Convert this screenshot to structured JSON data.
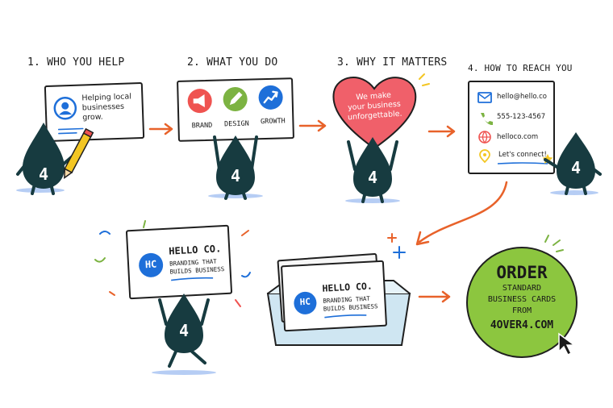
{
  "steps": [
    {
      "title": "1. WHO YOU HELP",
      "card_text": [
        "Helping local",
        "businesses",
        "grow."
      ]
    },
    {
      "title": "2. WHAT YOU DO",
      "services": [
        "BRAND",
        "DESIGN",
        "GROWTH"
      ]
    },
    {
      "title": "3. WHY IT MATTERS",
      "heart_text": [
        "We make",
        "your business",
        "unforgettable."
      ]
    },
    {
      "title": "4. HOW TO REACH YOU",
      "contact": {
        "email": "hello@hello.co",
        "phone": "555-123-4567",
        "web": "helloco.com",
        "cta": "Let's connect!"
      }
    }
  ],
  "mascot_label": "4",
  "business_card": {
    "monogram": "HC",
    "name": "HELLO CO.",
    "tagline": [
      "BRANDING THAT",
      "BUILDS BUSINESS"
    ]
  },
  "order_badge": {
    "line1": "ORDER",
    "line2": "STANDARD",
    "line3": "BUSINESS CARDS",
    "line4": "FROM",
    "line5": "4OVER4.COM"
  },
  "colors": {
    "mascot": "#173b40",
    "arrow": "#e8622a",
    "heart": "#f0606a",
    "badge": "#8cc63f",
    "brand_icon": "#ef5350",
    "design_icon": "#7cb342",
    "growth_icon": "#1e6fd9",
    "box": "#cfe6f2"
  }
}
